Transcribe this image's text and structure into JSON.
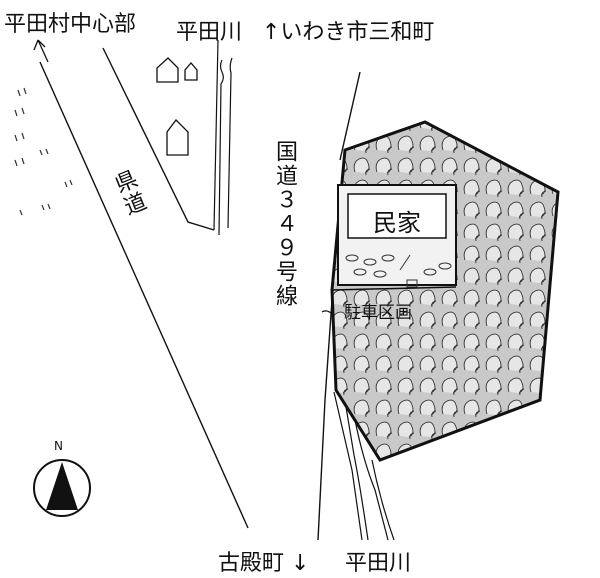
{
  "labels": {
    "village_center": "平田村中心部",
    "river_top": "平田川",
    "iwaki": "↑いわき市三和町",
    "prefectural_road": "県道",
    "national_route": "国道３４９号線",
    "house": "民家",
    "parking": "駐車区画",
    "furudono": "古殿町 ↓",
    "river_bottom": "平田川",
    "north": "N"
  },
  "colors": {
    "forest": "#c9c9c9",
    "ink": "#111111"
  }
}
